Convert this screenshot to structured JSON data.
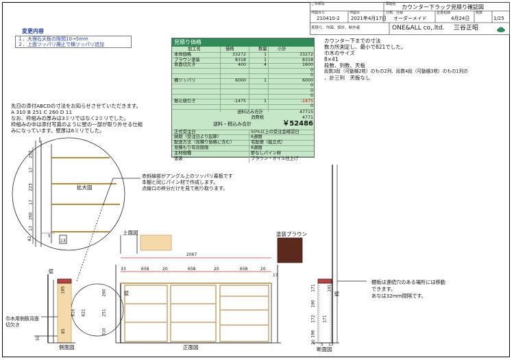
{
  "header": {
    "doc_label": "ご依頼名",
    "drawing_label": "図面名",
    "drawing_name": "カウンター下ラック見積り確認図",
    "no_label": "作図ＮＯ",
    "no_value": "210410-2",
    "date_label": "作図日",
    "date_value": "2021年4月17日",
    "type_label": "分類、仕様",
    "type_value": "オーダーメイド",
    "change_label": "変更初期",
    "change_value": "4月24日",
    "sheet_label": "枚数",
    "sheet_value": "1/25",
    "maker_label": "見積り、作図、設計、制作者",
    "company": "ONE&ALL co,.ltd.",
    "person": "三谷正昭"
  },
  "changes": {
    "title": "変更内容",
    "line1": "１．大理石天板の隙間10→5mm",
    "line2": "２．上面ツッパリ廃止で横ツッパリ追加"
  },
  "estimate": {
    "title": "見積り価格",
    "cols": [
      "加工名",
      "価格",
      "数量",
      "小計"
    ],
    "rows": [
      {
        "name": "本体価格",
        "price": "33272",
        "qty": "1",
        "sub": "33272"
      },
      {
        "name": "ブラウン塗装",
        "price": "8318",
        "qty": "1",
        "sub": "8318"
      },
      {
        "name": "背面切欠き",
        "price": "400",
        "qty": "4",
        "sub": "1600"
      },
      {
        "name": "",
        "price": "",
        "qty": "",
        "sub": "0"
      },
      {
        "name": "",
        "price": "",
        "qty": "",
        "sub": "0"
      },
      {
        "name": "横ツッパリ",
        "price": "6000",
        "qty": "1",
        "sub": "6000"
      },
      {
        "name": "",
        "price": "",
        "qty": "",
        "sub": "0"
      },
      {
        "name": "",
        "price": "",
        "qty": "",
        "sub": "0"
      },
      {
        "name": "",
        "price": "",
        "qty": "",
        "sub": "0"
      },
      {
        "name": "振込値引き",
        "price": "-1475",
        "qty": "1",
        "sub": "-1475"
      },
      {
        "name": "",
        "price": "",
        "qty": "",
        "sub": "0"
      }
    ],
    "shipping_label": "送料込み合計",
    "shipping_value": "47715",
    "tax_label": "消費税",
    "tax_value": "4771",
    "total_label": "送料・税込み合計",
    "total_value": "￥52486",
    "info": [
      {
        "k": "正式受注日",
        "v": "50%以上の受注金確認日"
      },
      {
        "k": "納期（受注日より起算）",
        "v": "6週間"
      },
      {
        "k": "配送方法（見積り価格に含む）",
        "v": "宅配便（組立式）"
      },
      {
        "k": "見積もり有効期限",
        "v": "8週間"
      },
      {
        "k": "主材樹種",
        "v": "節なしパイン材"
      },
      {
        "k": "塗装",
        "v": "ブラウン・オイル仕上げ"
      }
    ]
  },
  "notes_right": {
    "l1": "カウンター下までの寸法",
    "l2": "数カ所測定し、最小で821でした。",
    "l3": "巾木のサイズ",
    "l4": "8×41",
    "l5": "段数、列数、天板",
    "l6": "段数3段（可動棚2枚）のもの2列、段数4段（可動棚3枚）のもの1列の",
    "l7": "、計三列　天板なし"
  },
  "notes_left": {
    "l1": "先日の添付ABCDの寸法をお知らせさせていただきます。",
    "l2": "A 310 B 251 C 260 D 11",
    "l3": "なお、枠組みの厚みは3ミリではなく2ミリでした。",
    "l4": "枠組みの中は添付写真のように壁の一部が取り外せる仕組",
    "l5": "みになっています。壁厚は6ミリでした。"
  },
  "annot": {
    "tsuppari1": "赤斜線部がアングル上のツッパリ幕板です",
    "tsuppari2": "本棚と同じパイン材で作成します。",
    "tsuppari3": "点線口の枠分だけを見て削り取ります。",
    "kakudai": "拡大図",
    "jomen": "上面図",
    "tosou": "塗装ブラウン",
    "kabe": "壁",
    "habaki": "巾木用側板背面",
    "kirikaki": "切欠き",
    "sokumen": "側面図",
    "shomen": "正面図",
    "danmen": "断面図",
    "tana1": "棚板は連続穴のある場所には移動",
    "tana2": "できます。",
    "tana3": "あなは32mm間隔です。"
  },
  "dims": {
    "total_w": "2067",
    "d33": "33",
    "d658a": "658",
    "d20a": "20",
    "d658b": "658",
    "d20b": "20",
    "d658c": "658",
    "d20c": "20",
    "d13": "13",
    "d260": "260",
    "d251": "251",
    "d310": "310",
    "d816": "816",
    "d821": "821",
    "d185": "185",
    "d85": "85",
    "d50": "50",
    "z252": "252",
    "z17a": "17",
    "z223": "223",
    "z17b": "17",
    "z260": "260",
    "z17c": "17",
    "z42": "42",
    "z5": "5",
    "z13": "13",
    "s171": "171",
    "s191": "191",
    "s190": "190",
    "s172": "172",
    "s171b": "171",
    "s196": "196",
    "s20": "20",
    "s5": "5",
    "s13": "13"
  }
}
